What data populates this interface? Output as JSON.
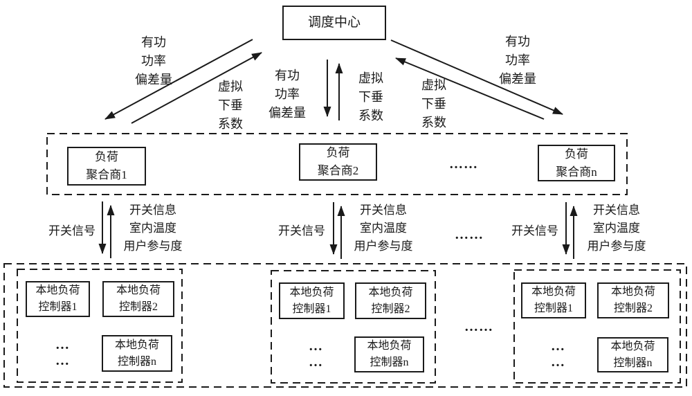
{
  "colors": {
    "ink": "#1a1a1a",
    "background": "#ffffff"
  },
  "dispatch_center": {
    "label": "调度中心"
  },
  "flow_labels": {
    "active_power": [
      "有功",
      "功率",
      "偏差量"
    ],
    "virtual_droop": [
      "虚拟",
      "下垂",
      "系数"
    ],
    "switch_signal": "开关信号",
    "upload_info": [
      "开关信息",
      "室内温度",
      "用户参与度"
    ]
  },
  "ellipsis": {
    "wide": "……",
    "small": "…"
  },
  "aggregator_layer": {
    "aggregators": [
      {
        "lines": [
          "负荷",
          "聚合商1"
        ]
      },
      {
        "lines": [
          "负荷",
          "聚合商2"
        ]
      },
      {
        "lines": [
          "负荷",
          "聚合商n"
        ]
      }
    ]
  },
  "local_layer": {
    "controllers": [
      {
        "lines": [
          "本地负荷",
          "控制器1"
        ]
      },
      {
        "lines": [
          "本地负荷",
          "控制器2"
        ]
      },
      {
        "lines": [
          "本地负荷",
          "控制器n"
        ]
      }
    ]
  }
}
